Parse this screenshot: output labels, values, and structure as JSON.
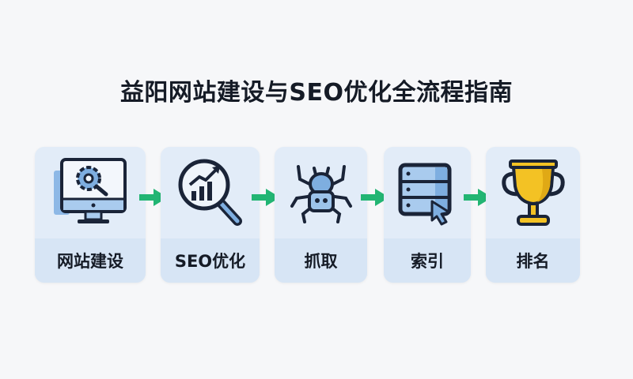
{
  "title": "益阳网站建设与SEO优化全流程指南",
  "steps": [
    {
      "label": "网站建设",
      "icon": "monitor-gear-icon"
    },
    {
      "label": "SEO优化",
      "icon": "magnifier-chart-icon"
    },
    {
      "label": "抓取",
      "icon": "spider-icon"
    },
    {
      "label": "索引",
      "icon": "server-cursor-icon"
    },
    {
      "label": "排名",
      "icon": "trophy-icon"
    }
  ],
  "colors": {
    "arrow": "#22b573",
    "outline": "#1a2438",
    "blue": "#7eaee0",
    "gold": "#f3c224"
  }
}
